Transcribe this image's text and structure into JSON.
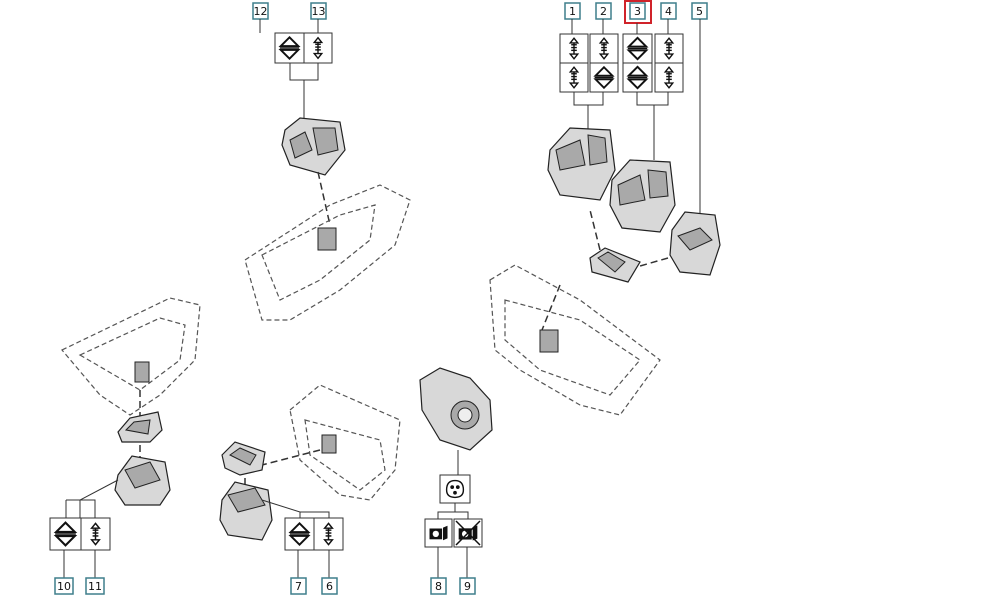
{
  "diagram": {
    "title": "Window switch parts diagram",
    "labels": {
      "l1": "1",
      "l2": "2",
      "l3": "3",
      "l4": "4",
      "l5": "5",
      "l6": "6",
      "l7": "7",
      "l8": "8",
      "l9": "9",
      "l10": "10",
      "l11": "11",
      "l12": "12",
      "l13": "13"
    },
    "selected_label": "3",
    "colors": {
      "label_border": "#3f7f8c",
      "selection": "#d0232a"
    },
    "icons": {
      "group_12_13": [
        "double-arrow",
        "single-arrow"
      ],
      "group_1_4_top": [
        "single-arrow",
        "single-arrow",
        "double-arrow",
        "single-arrow"
      ],
      "group_1_4_bottom": [
        "single-arrow",
        "double-arrow",
        "double-arrow",
        "single-arrow"
      ],
      "group_10_11": [
        "double-arrow",
        "single-arrow"
      ],
      "group_7_6": [
        "double-arrow",
        "single-arrow"
      ],
      "mirror": [
        "mirror-adjust-icon",
        "mirror-fold-icon",
        "mirror-fold-crossed-icon"
      ]
    }
  }
}
